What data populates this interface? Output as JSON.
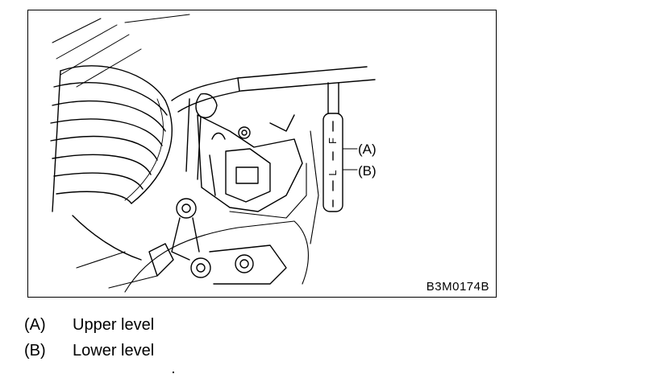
{
  "figure": {
    "id_label": "B3M0174B",
    "callouts": [
      "(A)",
      "(B)"
    ],
    "gauge_marks": [
      "F",
      "L"
    ]
  },
  "legend": [
    {
      "key": "(A)",
      "text": "Upper level"
    },
    {
      "key": "(B)",
      "text": "Lower level"
    }
  ]
}
